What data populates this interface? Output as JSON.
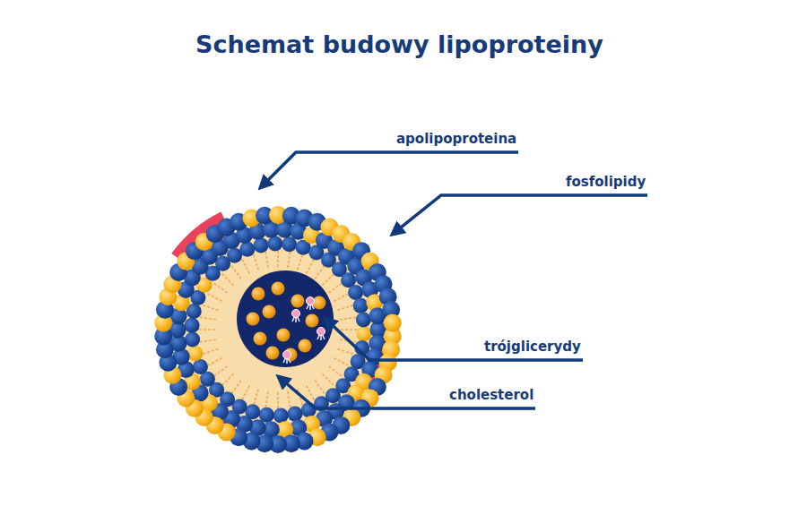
{
  "diagram": {
    "title": "Schemat budowy lipoproteiny",
    "labels": [
      "apolipoproteina",
      "fosfolipidy",
      "trójglicerydy",
      "cholesterol"
    ]
  }
}
